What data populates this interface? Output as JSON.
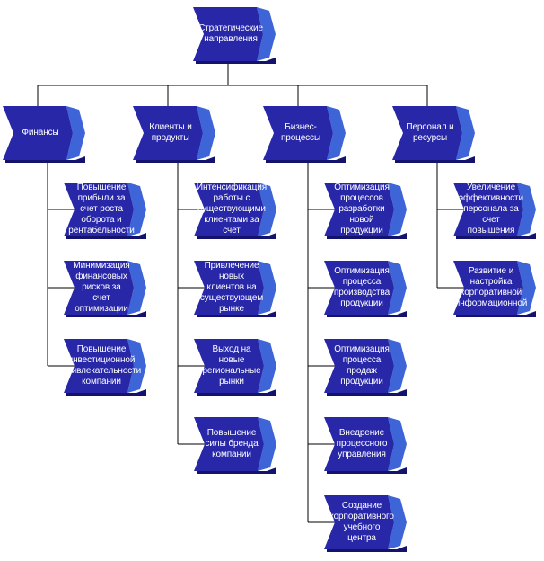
{
  "root": {
    "label": "Стратегические направления"
  },
  "categories": [
    {
      "label": "Финансы",
      "items": [
        "Повышение прибыли за счет роста оборота и рентабельности",
        "Минимизация финансовых рисков за счет оптимизации",
        "Повышение инвестиционной привлекательности компании"
      ]
    },
    {
      "label": "Клиенты и продукты",
      "items": [
        "Интенсификация работы с существующими клиентами за счет",
        "Привлечение новых клиентов на существующем рынке",
        "Выход на новые региональные рынки",
        "Повышение силы бренда компании"
      ]
    },
    {
      "label": "Бизнес-процессы",
      "items": [
        "Оптимизация процессов разработки новой продукции",
        "Оптимизация процесса производства продукции",
        "Оптимизация процесса продаж продукции",
        "Внедрение процессного управления",
        "Создание корпоративного учебного центра"
      ]
    },
    {
      "label": "Персонал и ресурсы",
      "items": [
        "Увеличение эффективности персонала за счет повышения",
        "Развитие и настройка корпоративной информационной"
      ]
    }
  ],
  "colors": {
    "front": "#2727a8",
    "side": "#3d65d8",
    "shadow": "#13136e",
    "connector": "#000000",
    "text": "#ffffff"
  }
}
